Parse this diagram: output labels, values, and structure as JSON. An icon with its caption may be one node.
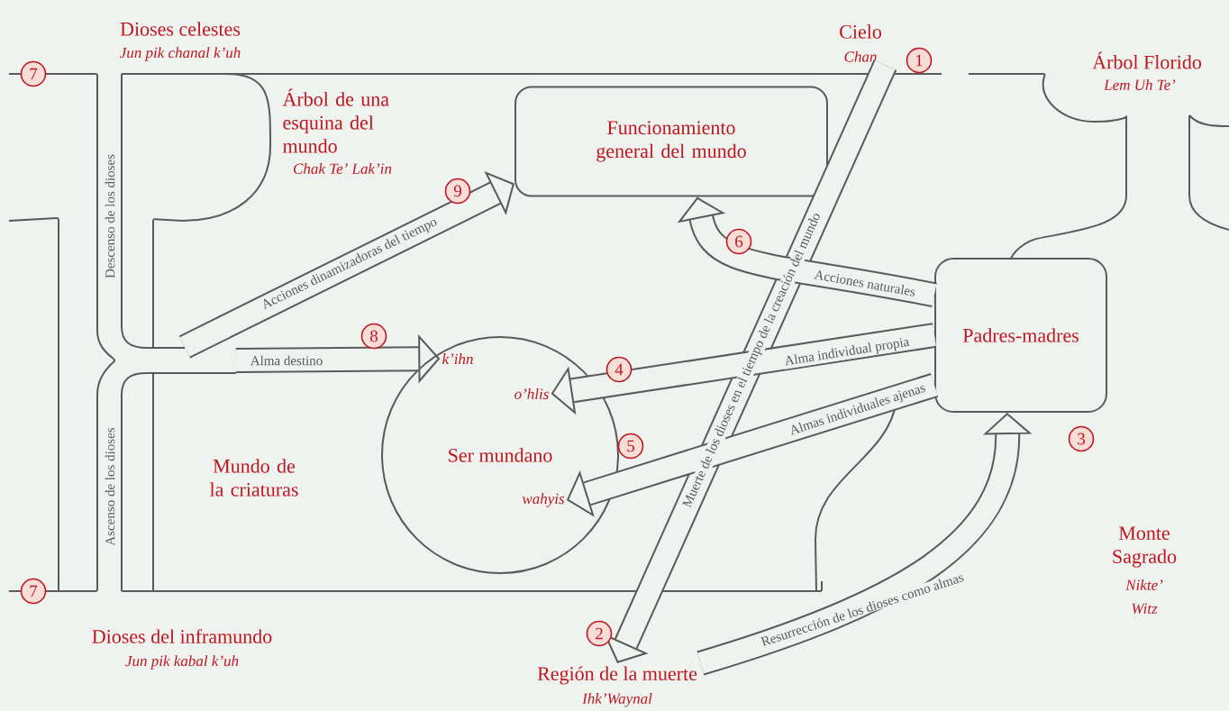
{
  "diagram": {
    "nodes": [
      {
        "text": [
          "Cielo",
          "Chan"
        ]
      },
      {
        "text": [
          "Funcionamiento general del mundo"
        ]
      },
      {
        "text": [
          "Padres-madres"
        ]
      },
      {
        "text": [
          "Ser mundano"
        ]
      },
      {
        "text": [
          "k’ihn"
        ],
        "in": 3
      },
      {
        "text": [
          "o’hlis"
        ],
        "in": 3
      },
      {
        "text": [
          "wahyis"
        ],
        "in": 3
      },
      {
        "text": [
          "Región de la muerte",
          "Ihk’Waynal"
        ]
      }
    ],
    "edges": [
      {
        "from": 0,
        "to": 7,
        "arrow": "to",
        "label": "Muerte de los dioses en el tiempo de la creación del mundo"
      },
      {
        "from": 7,
        "to": 2,
        "arrow": "to",
        "label": "Resurrección de los dioses como almas"
      },
      {
        "from": 2,
        "to": 1,
        "arrow": "to",
        "label": "Acciones naturales"
      },
      {
        "from": 2,
        "to": 5,
        "arrow": "to",
        "label": "Alma individual propia"
      },
      {
        "from": 2,
        "to": 6,
        "arrow": "to",
        "label": "Almas individuales ajenas"
      },
      {
        "from": null,
        "to": 4,
        "arrow": "to",
        "label": "Alma destino"
      },
      {
        "from": null,
        "to": 1,
        "arrow": "to",
        "label": "Acciones dinamizadoras del tiempo"
      }
    ],
    "labels": [
      "Dioses celestes",
      "Jun pik chanal k’uh",
      "7",
      "Árbol de una esquina del mundo",
      "Chak Te’ Lak’in",
      "1",
      "Árbol Florido",
      "Lem Uh Te’",
      "Descenso de los dioses",
      "9",
      "6",
      "8",
      "4",
      "Ascenso de los dioses",
      "5",
      "3",
      "Mundo de la criaturas",
      "Monte Sagrado",
      "Nikte’ Witz",
      "7",
      "2",
      "Dioses del inframundo",
      "Jun pik kabal k’uh"
    ]
  }
}
